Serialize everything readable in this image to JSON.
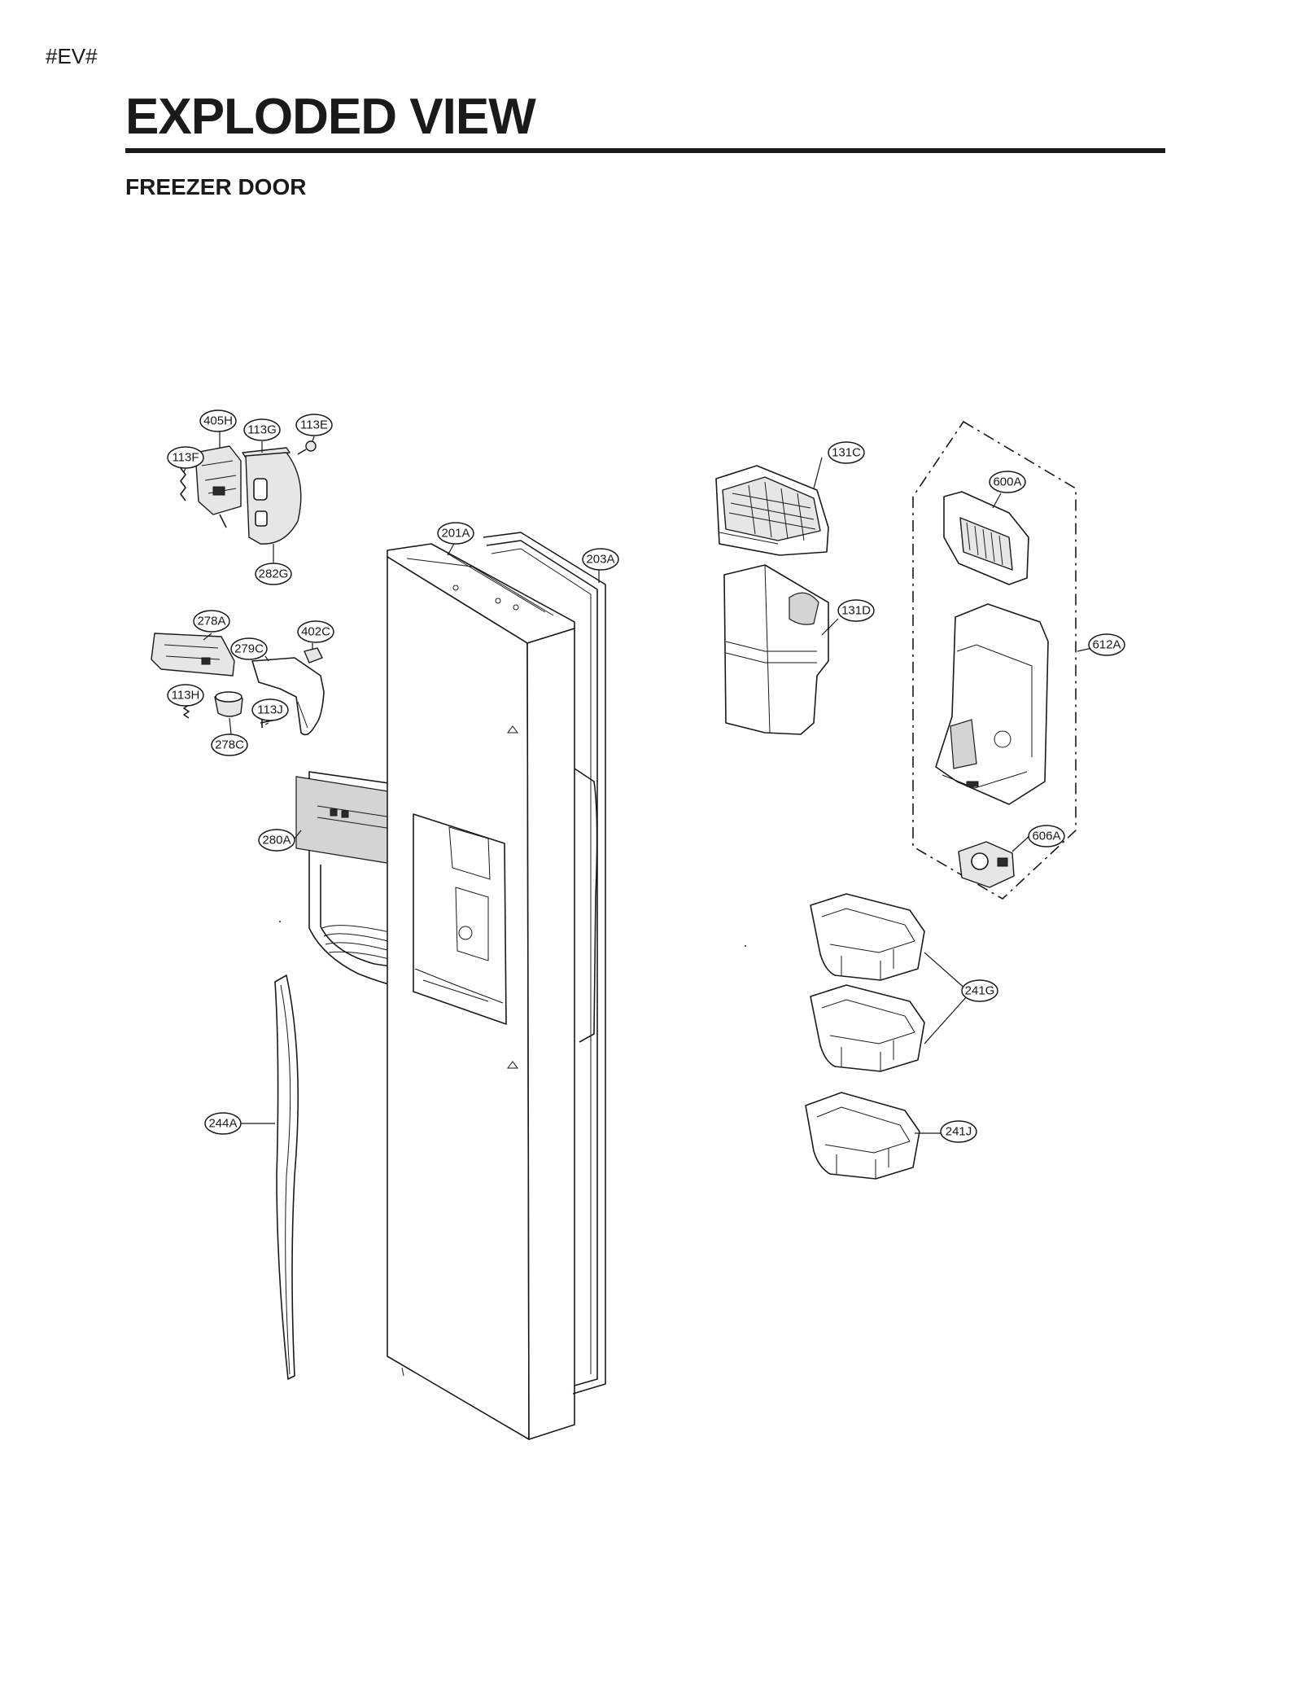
{
  "page_tag": "#EV#",
  "title": "EXPLODED VIEW",
  "subtitle": "FREEZER DOOR",
  "callouts": [
    "405H",
    "113G",
    "113E",
    "113F",
    "282G",
    "278A",
    "402C",
    "279C",
    "113H",
    "113J",
    "278C",
    "280A",
    "201A",
    "203A",
    "244A",
    "131C",
    "131D",
    "600A",
    "612A",
    "606A",
    "241G",
    "241J"
  ]
}
